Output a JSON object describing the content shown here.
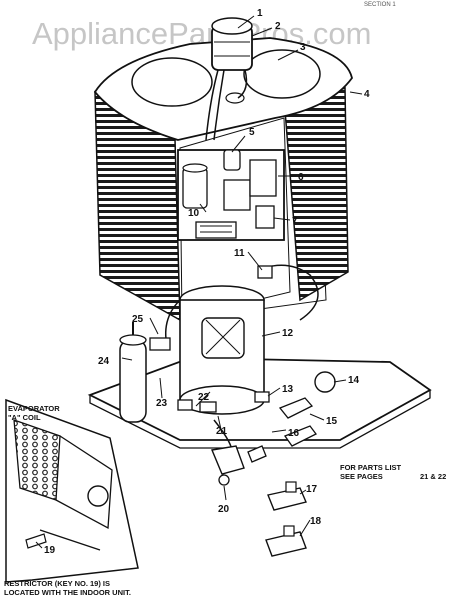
{
  "watermark": "AppliancePartsPros.com",
  "corner_text": "SECTION 1",
  "callouts": [
    "1",
    "2",
    "3",
    "4",
    "5",
    "6",
    "7",
    "10",
    "11",
    "12",
    "13",
    "14",
    "15",
    "16",
    "17",
    "18",
    "19",
    "20",
    "21",
    "22",
    "23",
    "24",
    "25"
  ],
  "notes": {
    "evaporator_line1": "EVAPORATOR",
    "evaporator_line2": "\"A\" COIL",
    "parts_list_line1": "FOR PARTS LIST",
    "parts_list_line2": "SEE PAGES",
    "parts_list_pages": "21 & 22",
    "restrictor_line1": "RESTRICTOR (KEY NO. 19) IS",
    "restrictor_line2": "LOCATED WITH THE INDOOR UNIT."
  }
}
